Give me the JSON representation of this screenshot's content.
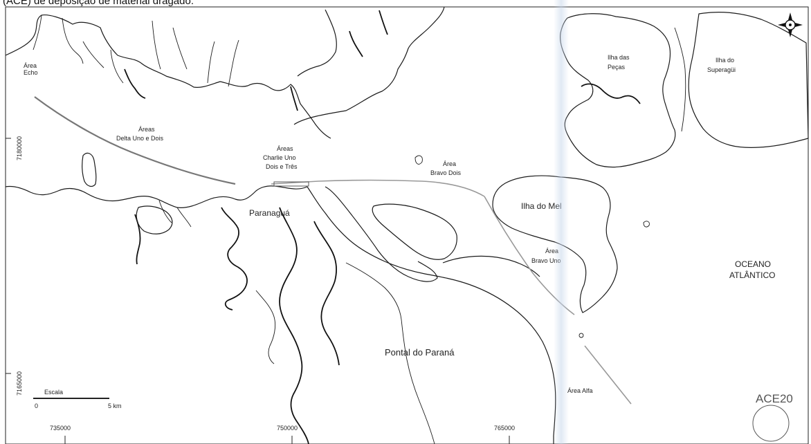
{
  "caption": "(ACE) de deposição de material dragado.",
  "labels": {
    "area_echo": [
      "Área",
      "Echo"
    ],
    "area_delta": [
      "Áreas",
      "Delta Uno e Dois"
    ],
    "area_charlie": [
      "Áreas",
      "Charlie Uno",
      "Dois e Três"
    ],
    "area_bravo_dois": [
      "Área",
      "Bravo Dois"
    ],
    "area_bravo_uno": [
      "Área",
      "Bravo Uno"
    ],
    "area_alfa": "Área Alfa",
    "paranagua": "Paranaguá",
    "ilha_do_mel": "Ilha do Mel",
    "ilha_das_pecas": [
      "Ilha das",
      "Peças"
    ],
    "ilha_do_superagui": [
      "Ilha do",
      "Superagüi"
    ],
    "oceano": [
      "OCEANO",
      "ATLÂNTICO"
    ],
    "pontal": "Pontal do Paraná",
    "ace": "ACE20"
  },
  "scale_bar": {
    "title": "Escala",
    "start": "0",
    "end": "5 km"
  },
  "coordinates": {
    "easting": [
      "735000",
      "750000",
      "765000"
    ],
    "northing": [
      "7180000",
      "7165000"
    ]
  },
  "icons": {
    "north_arrow": "north-arrow-icon",
    "ace_circle": "circle-icon"
  },
  "colors": {
    "coastline": "#1a1a1a",
    "channel": "#777777"
  }
}
